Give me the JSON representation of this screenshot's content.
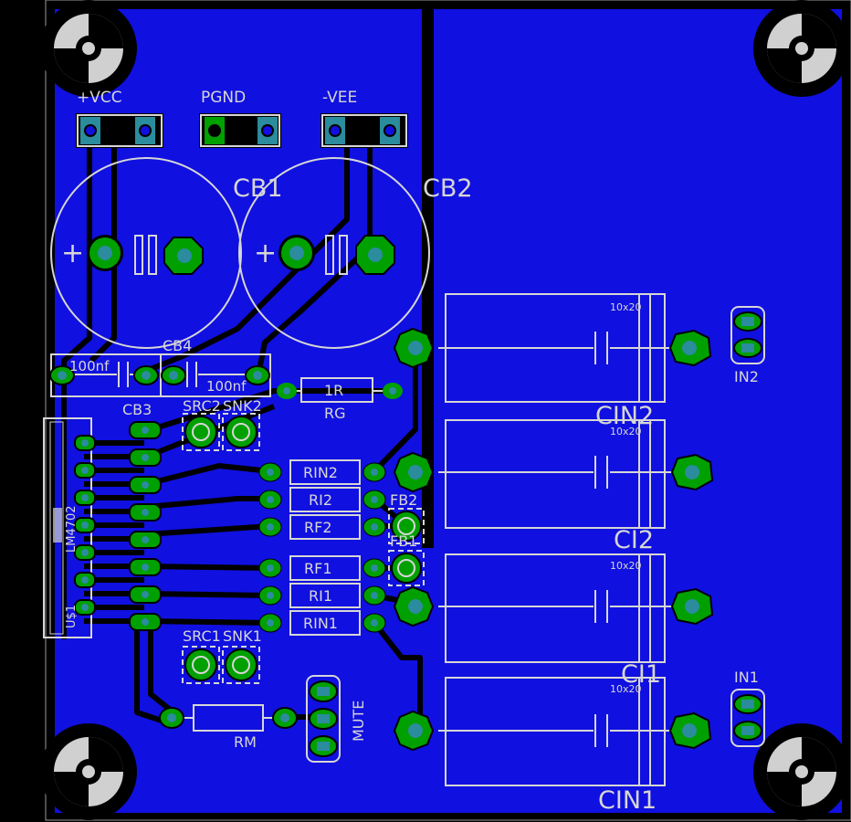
{
  "colors": {
    "background": "#000000",
    "copper": "#1010e0",
    "trace": "#000000",
    "pad_green": "#00a000",
    "via_teal": "#2a8c9c",
    "silk": "#d6d6d6",
    "outline": "#a0a0a0"
  },
  "labels": {
    "vcc": "+VCC",
    "pgnd": "PGND",
    "vee": "-VEE",
    "cb1": "CB1",
    "cb2": "CB2",
    "plus": "+",
    "cb4": "CB4",
    "cb3": "CB3",
    "nf1": "100nf",
    "nf2": "100nf",
    "src2": "SRC2",
    "snk2": "SNK2",
    "src1": "SRC1",
    "snk1": "SNK1",
    "r_rg_value": "1R",
    "rg": "RG",
    "rin2": "RIN2",
    "ri2": "RI2",
    "rf2": "RF2",
    "rf1": "RF1",
    "ri1": "RI1",
    "rin1": "RIN1",
    "fb2": "FB2",
    "fb1": "FB1",
    "cin2": "CIN2",
    "ci2": "CI2",
    "ci1": "CI1",
    "cin1": "CIN1",
    "cap_size_1": "10x20",
    "cap_size_2": "10x20",
    "cap_size_3": "10x20",
    "cap_size_4": "10x20",
    "in2": "IN2",
    "in1": "IN1",
    "rm": "RM",
    "mute": "MUTE",
    "ic_part": "LM4702",
    "ic_ref": "U$1"
  }
}
